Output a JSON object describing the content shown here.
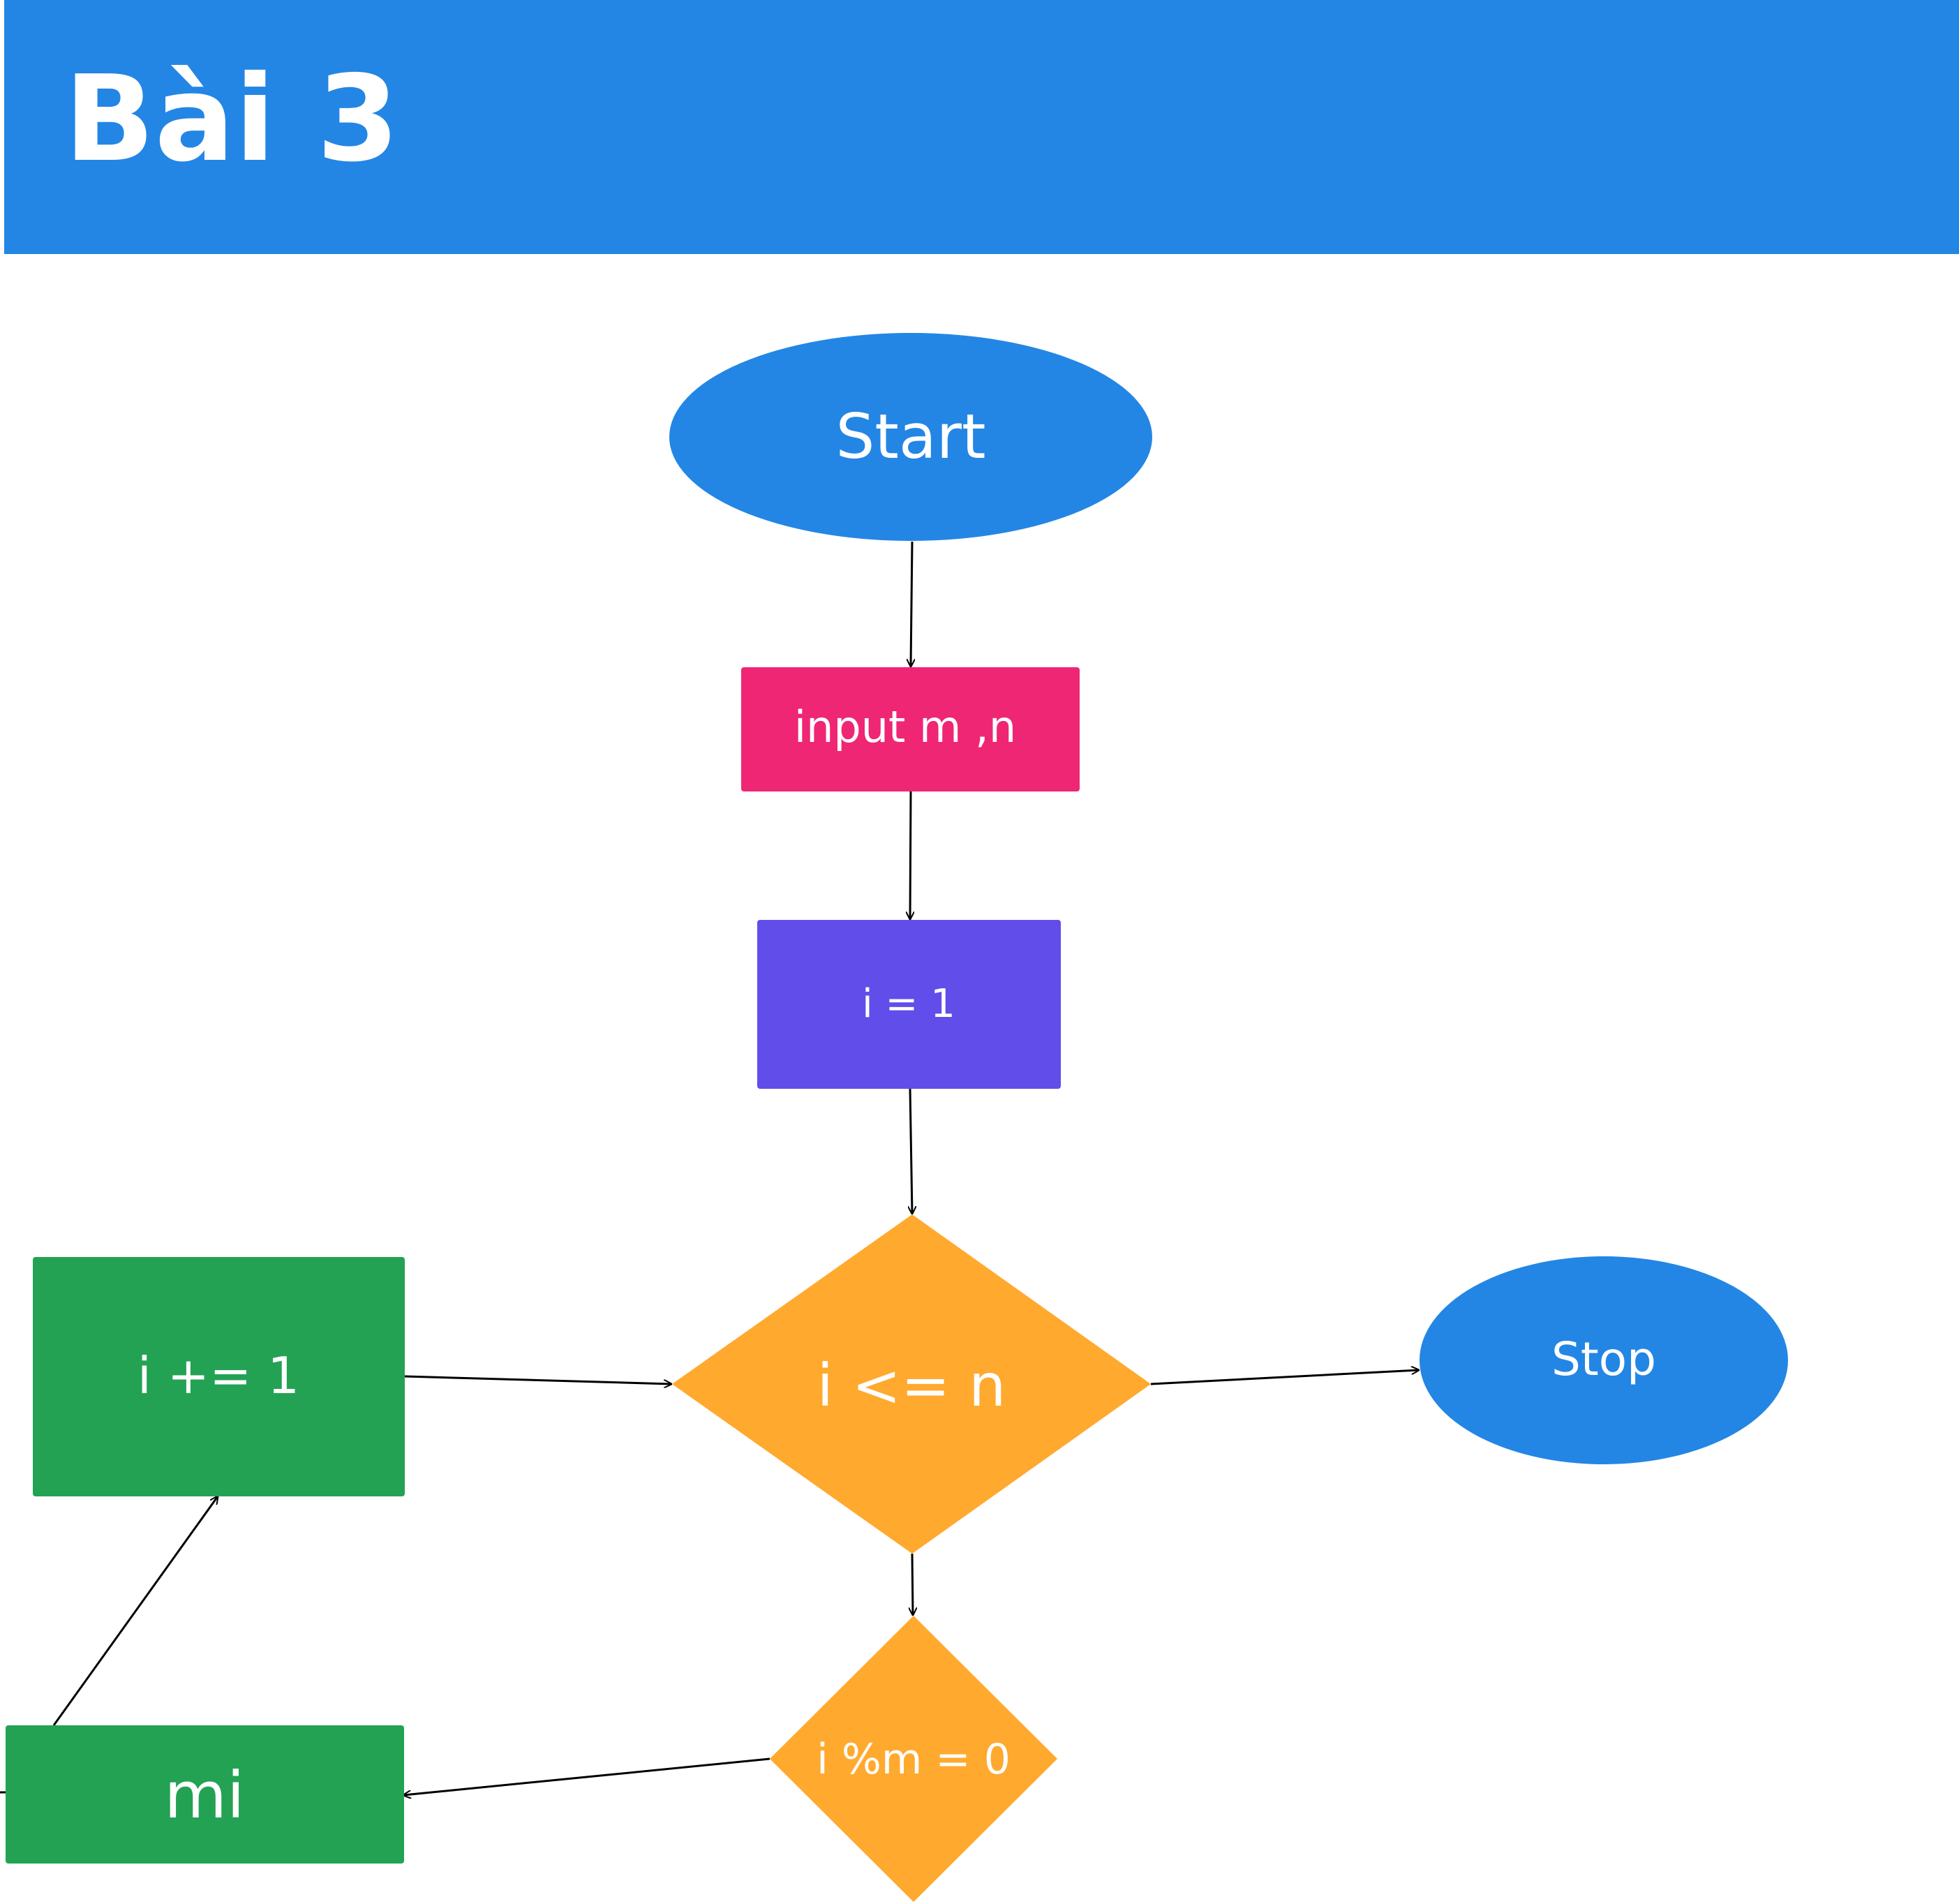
{
  "header": {
    "title": "Bài 3",
    "background_color": "#2386E4"
  },
  "nodes": {
    "start": {
      "label": "Start",
      "shape": "ellipse",
      "color": "#2386E4"
    },
    "input": {
      "label": "input m ,n",
      "shape": "rectangle",
      "color": "#EF2674"
    },
    "init": {
      "label": "i = 1",
      "shape": "rectangle",
      "color": "#614DEA"
    },
    "loop_condition": {
      "label": "i <= n",
      "shape": "diamond",
      "color": "#FFA92E"
    },
    "stop": {
      "label": "Stop",
      "shape": "ellipse",
      "color": "#2386E4"
    },
    "increment": {
      "label": "i += 1",
      "shape": "rectangle",
      "color": "#23A254"
    },
    "mod_condition": {
      "label": "i %m = 0",
      "shape": "diamond",
      "color": "#FFA92E"
    },
    "output": {
      "label": "mi",
      "shape": "rectangle",
      "color": "#23A254"
    }
  },
  "edges": [
    {
      "from": "start",
      "to": "input"
    },
    {
      "from": "input",
      "to": "init"
    },
    {
      "from": "init",
      "to": "loop_condition"
    },
    {
      "from": "loop_condition",
      "to": "stop"
    },
    {
      "from": "increment",
      "to": "loop_condition"
    },
    {
      "from": "loop_condition",
      "to": "mod_condition"
    },
    {
      "from": "mod_condition",
      "to": "output"
    },
    {
      "from": "output",
      "to": "increment"
    }
  ],
  "colors": {
    "connector": "#000000",
    "text": "#FFFFFF"
  }
}
